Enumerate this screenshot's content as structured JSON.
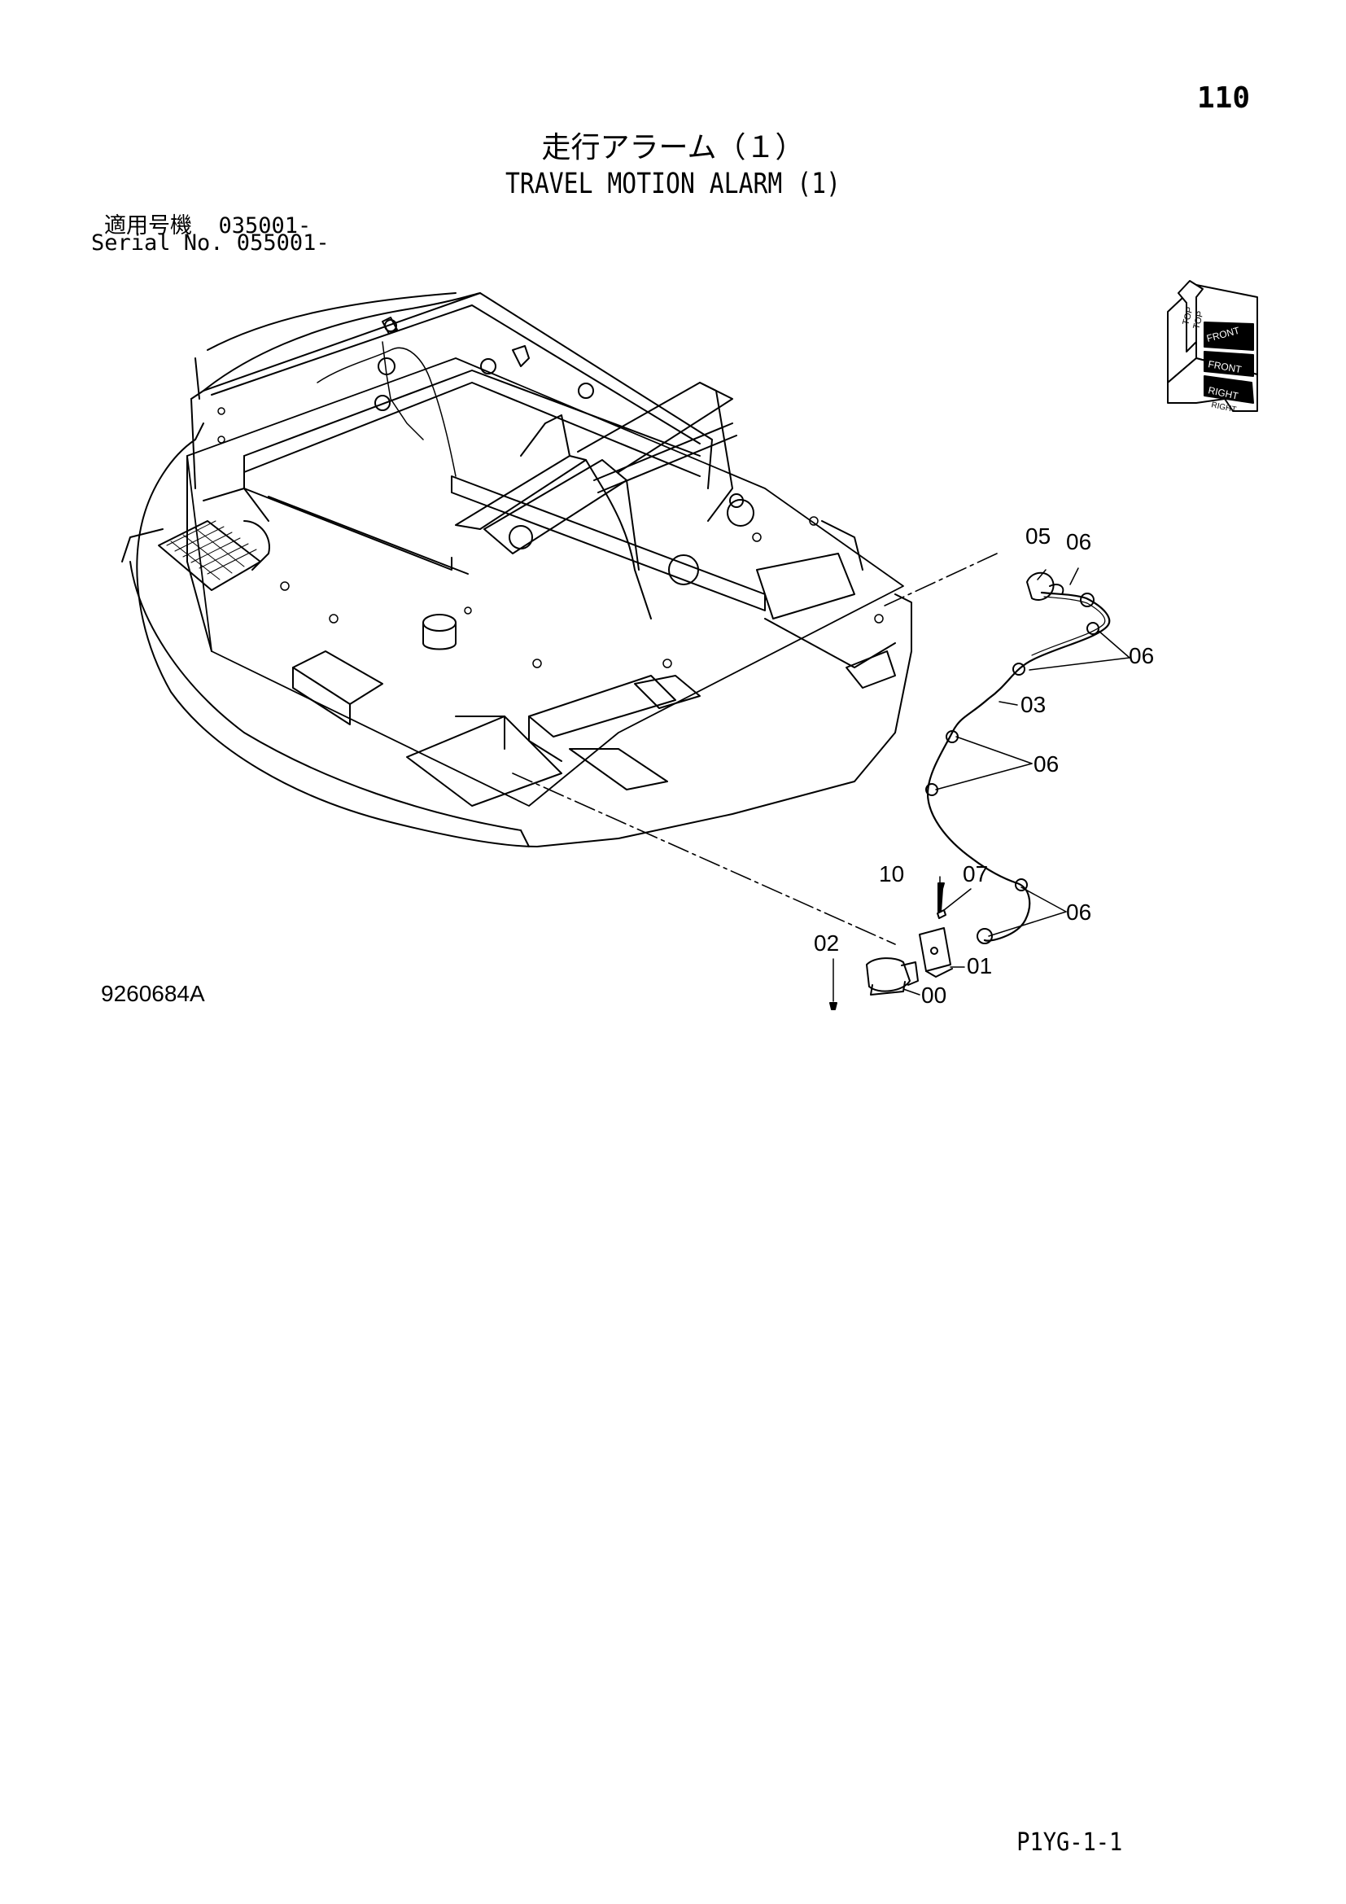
{
  "page": {
    "page_number": "110",
    "title_jp": "走行アラーム（１）",
    "title_en": "TRAVEL MOTION ALARM (1)",
    "serial_jp": "適用号機  035001-",
    "serial_en": "Serial No. 055001-",
    "drawing_number": "9260684A",
    "page_code": "P1YG-1-1"
  },
  "orientation_labels": {
    "top": "TOP",
    "top2": "TOP",
    "front": "FRONT",
    "front2": "FRONT",
    "right": "RIGHT",
    "right2": "RIGHT"
  },
  "callouts": {
    "c05": "05",
    "c06_top": "06",
    "c06_a": "06",
    "c03": "03",
    "c06_b": "06",
    "c10": "10",
    "c07": "07",
    "c06_c": "06",
    "c02": "02",
    "c01": "01",
    "c00": "00"
  },
  "colors": {
    "line": "#000000",
    "background": "#ffffff"
  }
}
